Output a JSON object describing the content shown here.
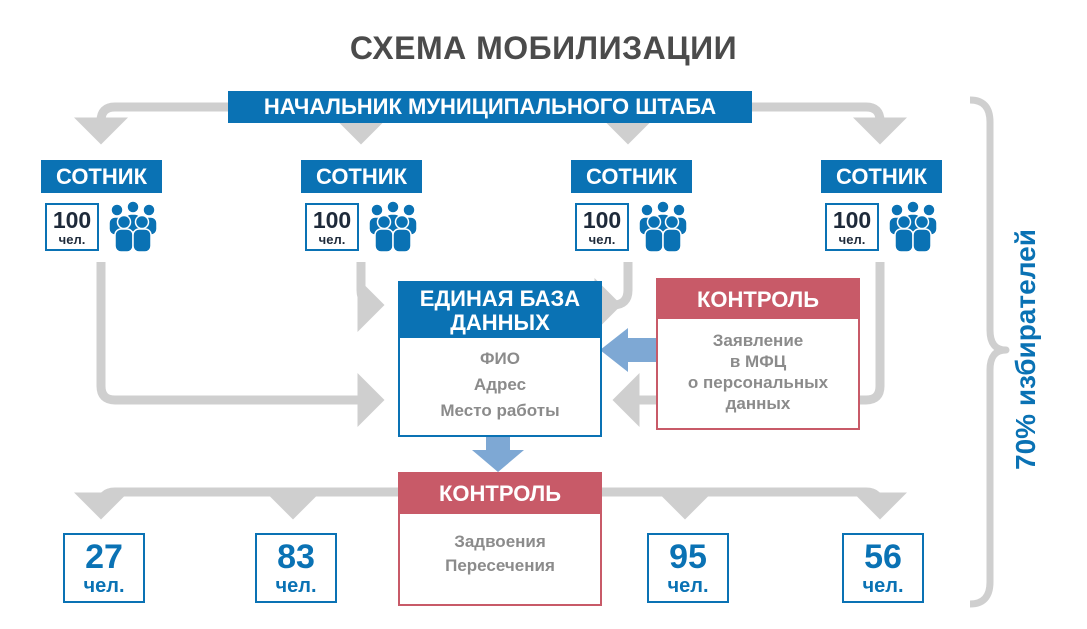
{
  "title": "СХЕМА МОБИЛИЗАЦИИ",
  "head": "НАЧАЛЬНИК МУНИЦИПАЛЬНОГО ШТАБА",
  "sotniks": [
    {
      "label": "СОТНИК",
      "count": "100",
      "unit": "чел."
    },
    {
      "label": "СОТНИК",
      "count": "100",
      "unit": "чел."
    },
    {
      "label": "СОТНИК",
      "count": "100",
      "unit": "чел."
    },
    {
      "label": "СОТНИК",
      "count": "100",
      "unit": "чел."
    }
  ],
  "database": {
    "title_line1": "ЕДИНАЯ БАЗА",
    "title_line2": "ДАННЫХ",
    "fields": [
      "ФИО",
      "Адрес",
      "Место работы"
    ]
  },
  "control_top": {
    "title": "КОНТРОЛЬ",
    "lines": [
      "Заявление",
      "в МФЦ",
      "о персональных",
      "данных"
    ]
  },
  "control_bottom": {
    "title": "КОНТРОЛЬ",
    "lines": [
      "Задвоения",
      "Пересечения"
    ]
  },
  "results": [
    {
      "count": "27",
      "unit": "чел."
    },
    {
      "count": "83",
      "unit": "чел."
    },
    {
      "count": "95",
      "unit": "чел."
    },
    {
      "count": "56",
      "unit": "чел."
    }
  ],
  "side_label": "70% избирателей",
  "colors": {
    "primary_blue": "#0a72b4",
    "control_red": "#c85a68",
    "connector_gray": "#cfcfcf",
    "flow_arrow_blue": "#7ea8d4",
    "text_gray": "#8b8b8b"
  }
}
